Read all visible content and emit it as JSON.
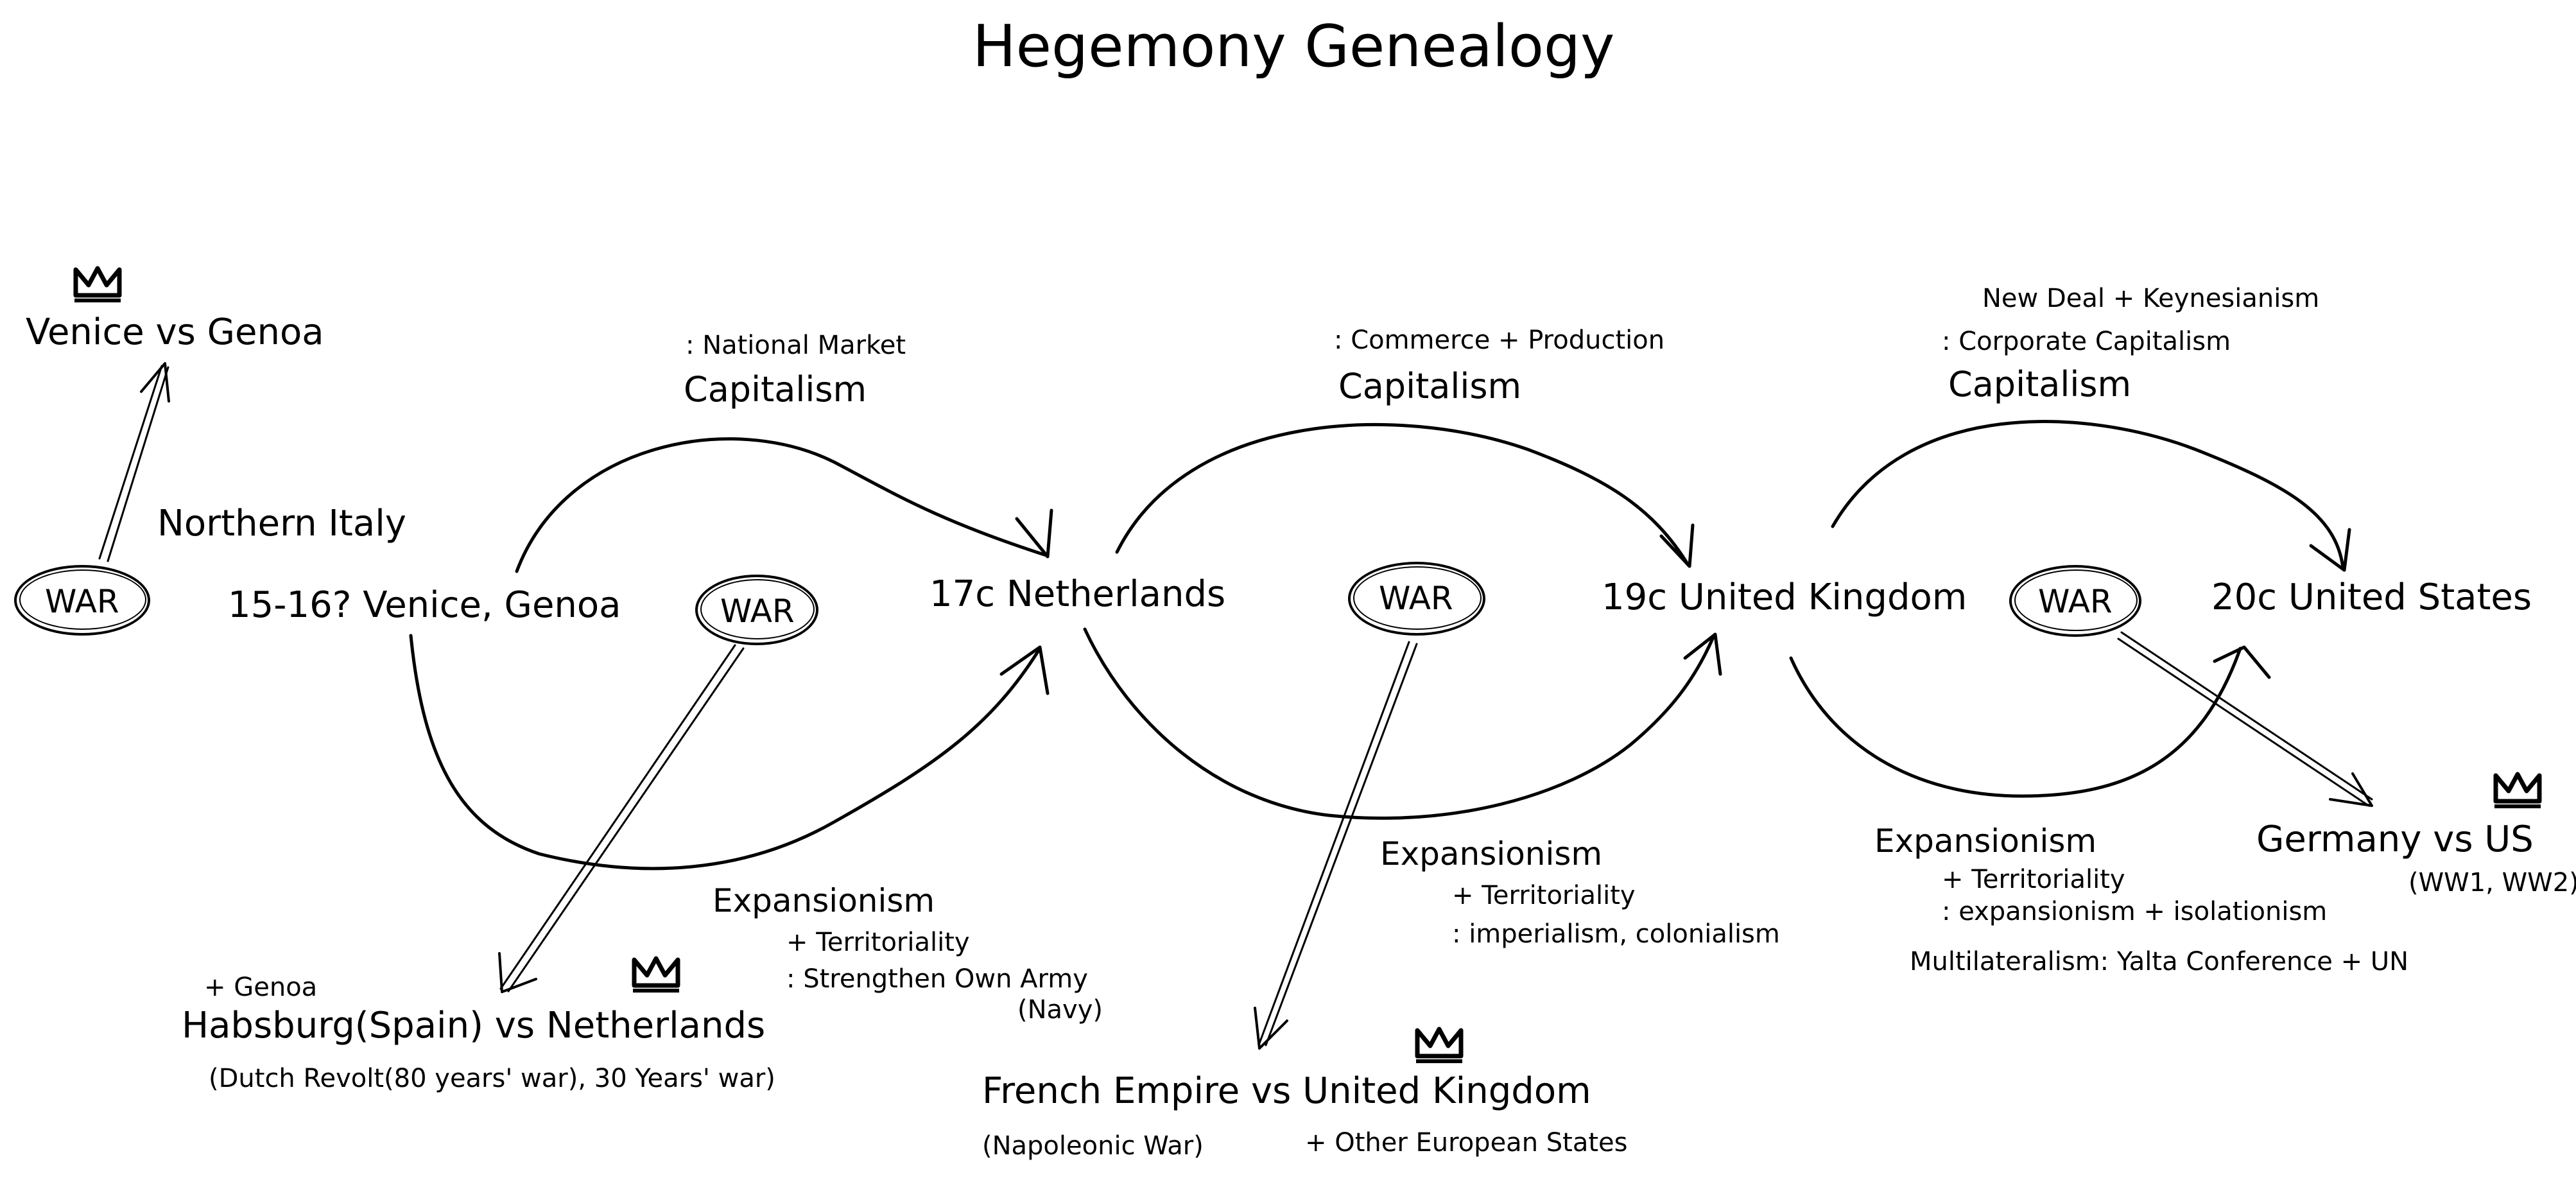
{
  "title": "Hegemony Genealogy",
  "hegemons": {
    "venice_genoa": "15-16? Venice, Genoa",
    "netherlands": "17c Netherlands",
    "uk": "19c United Kingdom",
    "us": "20c United States"
  },
  "northern_italy": "Northern Italy",
  "war_label": "WAR",
  "icons": {
    "crown": "crown-icon",
    "war": "war-ellipse-icon"
  },
  "rivalries": {
    "venice_vs_genoa": "Venice vs Genoa",
    "habsburg": {
      "prefix": "+ Genoa",
      "title": "Habsburg(Spain) vs Netherlands",
      "note": "(Dutch Revolt(80 years' war), 30 Years' war)"
    },
    "french_empire": {
      "title": "French Empire vs United Kingdom",
      "note": "(Napoleonic War)",
      "extra": "+ Other European States"
    },
    "germany_us": {
      "title": "Germany vs US",
      "note": "(WW1, WW2)"
    }
  },
  "capitalism": {
    "label": "Capitalism",
    "netherlands_note": ": National Market",
    "uk_note": ": Commerce + Production",
    "us_note_1": "New Deal + Keynesianism",
    "us_note_2": ": Corporate Capitalism"
  },
  "expansionism": {
    "label": "Expansionism",
    "territoriality": "+ Territoriality",
    "netherlands_note_1": ": Strengthen Own Army",
    "netherlands_note_2": "(Navy)",
    "uk_note": ": imperialism, colonialism",
    "us_note": ": expansionism + isolationism",
    "us_multilateralism": "Multilateralism: Yalta Conference + UN"
  }
}
